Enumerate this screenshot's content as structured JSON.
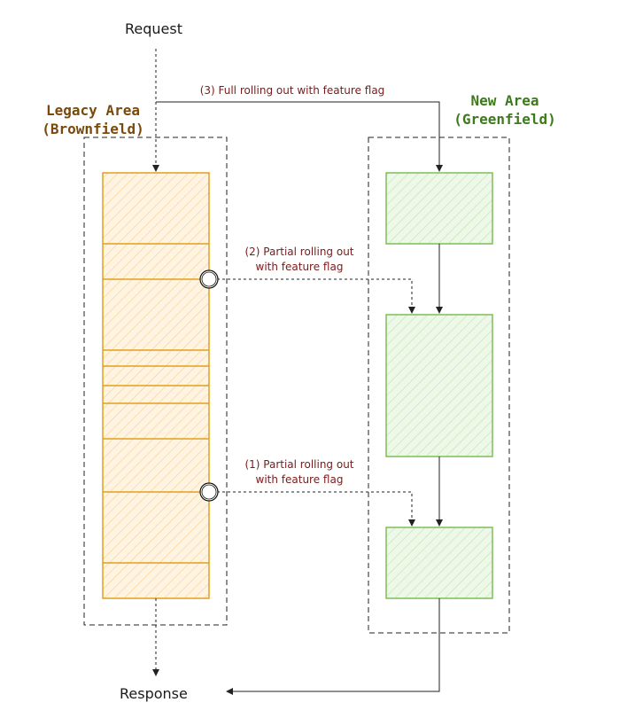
{
  "request_label": "Request",
  "response_label": "Response",
  "legacy_area": {
    "line1": "Legacy Area",
    "line2": "(Brownfield)"
  },
  "new_area": {
    "line1": "New Area",
    "line2": "(Greenfield)"
  },
  "flag_full": "(3) Full rolling out with feature flag",
  "flag_partial_2": {
    "line1": "(2) Partial rolling out",
    "line2": "with feature flag"
  },
  "flag_partial_1": {
    "line1": "(1) Partial rolling out",
    "line2": "with feature flag"
  },
  "colors": {
    "legacy_stroke": "#e0a01e",
    "legacy_fill": "#fff2dc",
    "green_stroke": "#7cbf5a",
    "green_fill": "#ebf7e3",
    "flag_text": "#7b1a1a",
    "line": "#222222"
  }
}
